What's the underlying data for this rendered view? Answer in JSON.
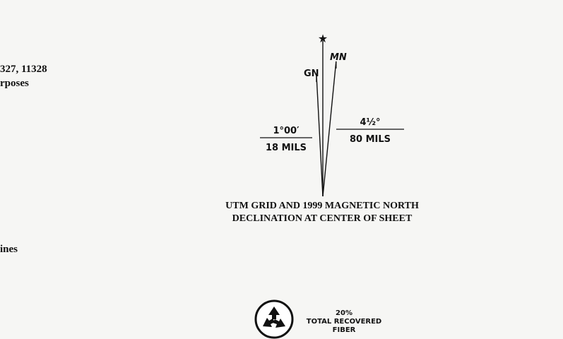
{
  "left_fragments": {
    "line1": "327, 11328",
    "line2": "rposes",
    "line3": "ines"
  },
  "declination": {
    "star_label": "★",
    "gn_label": "GN",
    "mn_label": "MN",
    "gn_angle_deg": "1°00′",
    "gn_angle_mils": "18 MILS",
    "mn_angle_deg": "4½°",
    "mn_angle_mils": "80 MILS",
    "gn_offset_deg": 1.0,
    "mn_offset_deg": 4.5
  },
  "caption": {
    "line1": "UTM GRID AND 1999 MAGNETIC NORTH",
    "line2": "DECLINATION AT CENTER OF SHEET"
  },
  "recycle": {
    "icon": "recycle-icon",
    "percent": "20%",
    "label": "TOTAL RECOVERED FIBER"
  }
}
